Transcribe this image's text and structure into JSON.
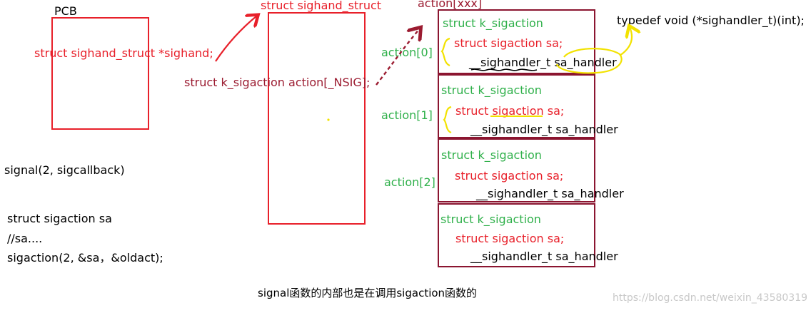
{
  "colors": {
    "red": "#e8202a",
    "dark_red": "#9b1b30",
    "box_dark_red": "#8b1530",
    "green": "#2fb04a",
    "black": "#000000",
    "highlight_yellow": "#f2e200",
    "watermark": "#c8c8c8"
  },
  "pcb": {
    "title": "PCB",
    "field": "struct sighand_struct *sighand;"
  },
  "sighand": {
    "title": "struct sighand_struct",
    "field": "struct k_sigaction  action[_NSIG];"
  },
  "actions": {
    "title": "action[xxx]",
    "typedef": "typedef void (*sighandler_t)(int);",
    "entries": [
      {
        "index_label": "action[0]",
        "struct_name": "struct k_sigaction",
        "member_sa": "struct sigaction sa;",
        "member_handler": "__sighandler_t  sa_handler"
      },
      {
        "index_label": "action[1]",
        "struct_name": "struct k_sigaction",
        "member_sa": "struct sigaction sa;",
        "member_handler": "__sighandler_t  sa_handler"
      },
      {
        "index_label": "action[2]",
        "struct_name": "struct k_sigaction",
        "member_sa": "struct sigaction sa;",
        "member_handler": "__sighandler_t  sa_handler"
      },
      {
        "index_label": "",
        "struct_name": "struct k_sigaction",
        "member_sa": "struct sigaction sa;",
        "member_handler": "__sighandler_t  sa_handler"
      }
    ]
  },
  "code": {
    "signal_call": "signal(2, sigcallback)",
    "line1": "struct sigaction sa",
    "line2": "//sa....",
    "line3": "sigaction(2, &sa，&oldact);"
  },
  "caption": "signal函数的内部也是在调用sigaction函数的",
  "watermark": "https://blog.csdn.net/weixin_43580319"
}
